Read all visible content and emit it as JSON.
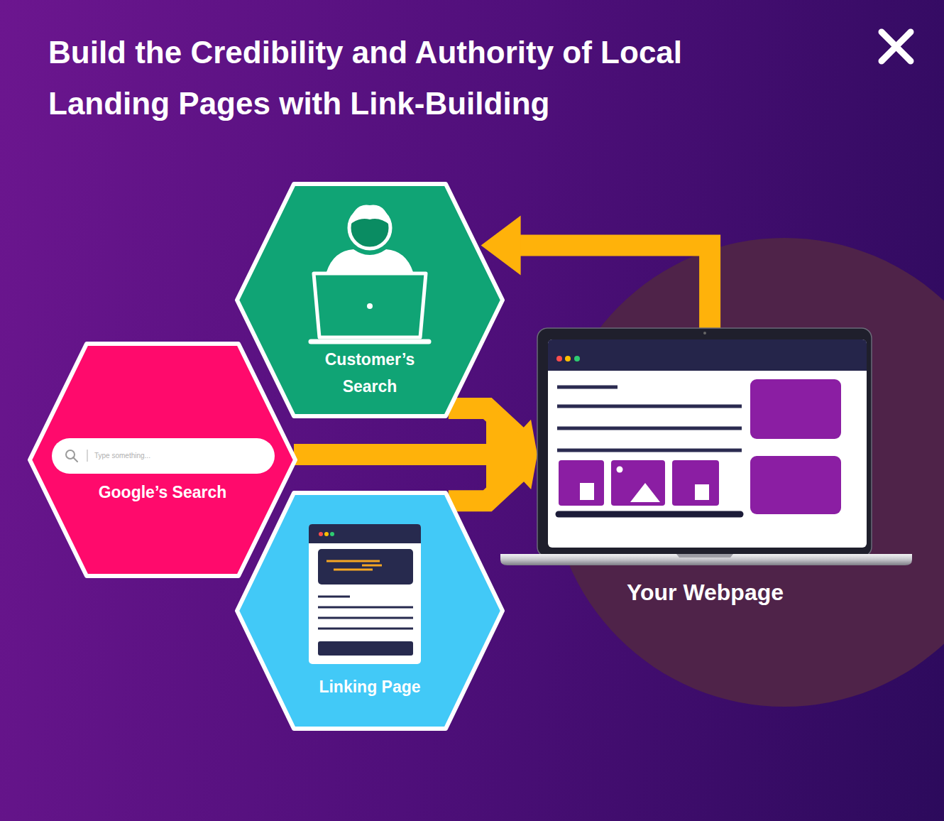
{
  "diagram": {
    "title": "Build the Credibility and Authority of Local Landing Pages with Link-Building",
    "nodes": [
      {
        "text": [
          "Customer’s Search"
        ]
      },
      {
        "text": [
          "Google’s Search"
        ]
      },
      {
        "text": [
          "Linking Page"
        ]
      },
      {
        "text": [
          "Your Webpage"
        ]
      }
    ],
    "edges": [
      {
        "from": 3,
        "to": 0,
        "arrow": "to"
      },
      {
        "from": 0,
        "to": 3,
        "arrow": "to"
      },
      {
        "from": 1,
        "to": 3,
        "arrow": "to"
      },
      {
        "from": 2,
        "to": 3,
        "arrow": "to"
      }
    ],
    "labels": [
      "Type something..."
    ]
  }
}
